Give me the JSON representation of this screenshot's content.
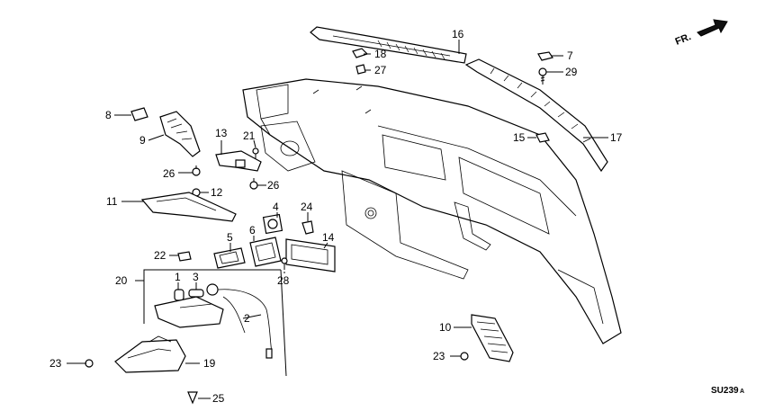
{
  "diagram": {
    "reference_code": "SU239",
    "reference_suffix": "A",
    "direction_label": "FR.",
    "callouts": {
      "c1": "1",
      "c2": "2",
      "c3": "3",
      "c4": "4",
      "c5": "5",
      "c6": "6",
      "c7": "7",
      "c8": "8",
      "c9": "9",
      "c10": "10",
      "c11": "11",
      "c12": "12",
      "c13": "13",
      "c14": "14",
      "c15": "15",
      "c16": "16",
      "c17": "17",
      "c18": "18",
      "c19": "19",
      "c20": "20",
      "c21": "21",
      "c22": "22",
      "c23a": "23",
      "c23b": "23",
      "c24": "24",
      "c25": "25",
      "c26a": "26",
      "c26b": "26",
      "c27": "27",
      "c28": "28",
      "c29": "29"
    }
  }
}
